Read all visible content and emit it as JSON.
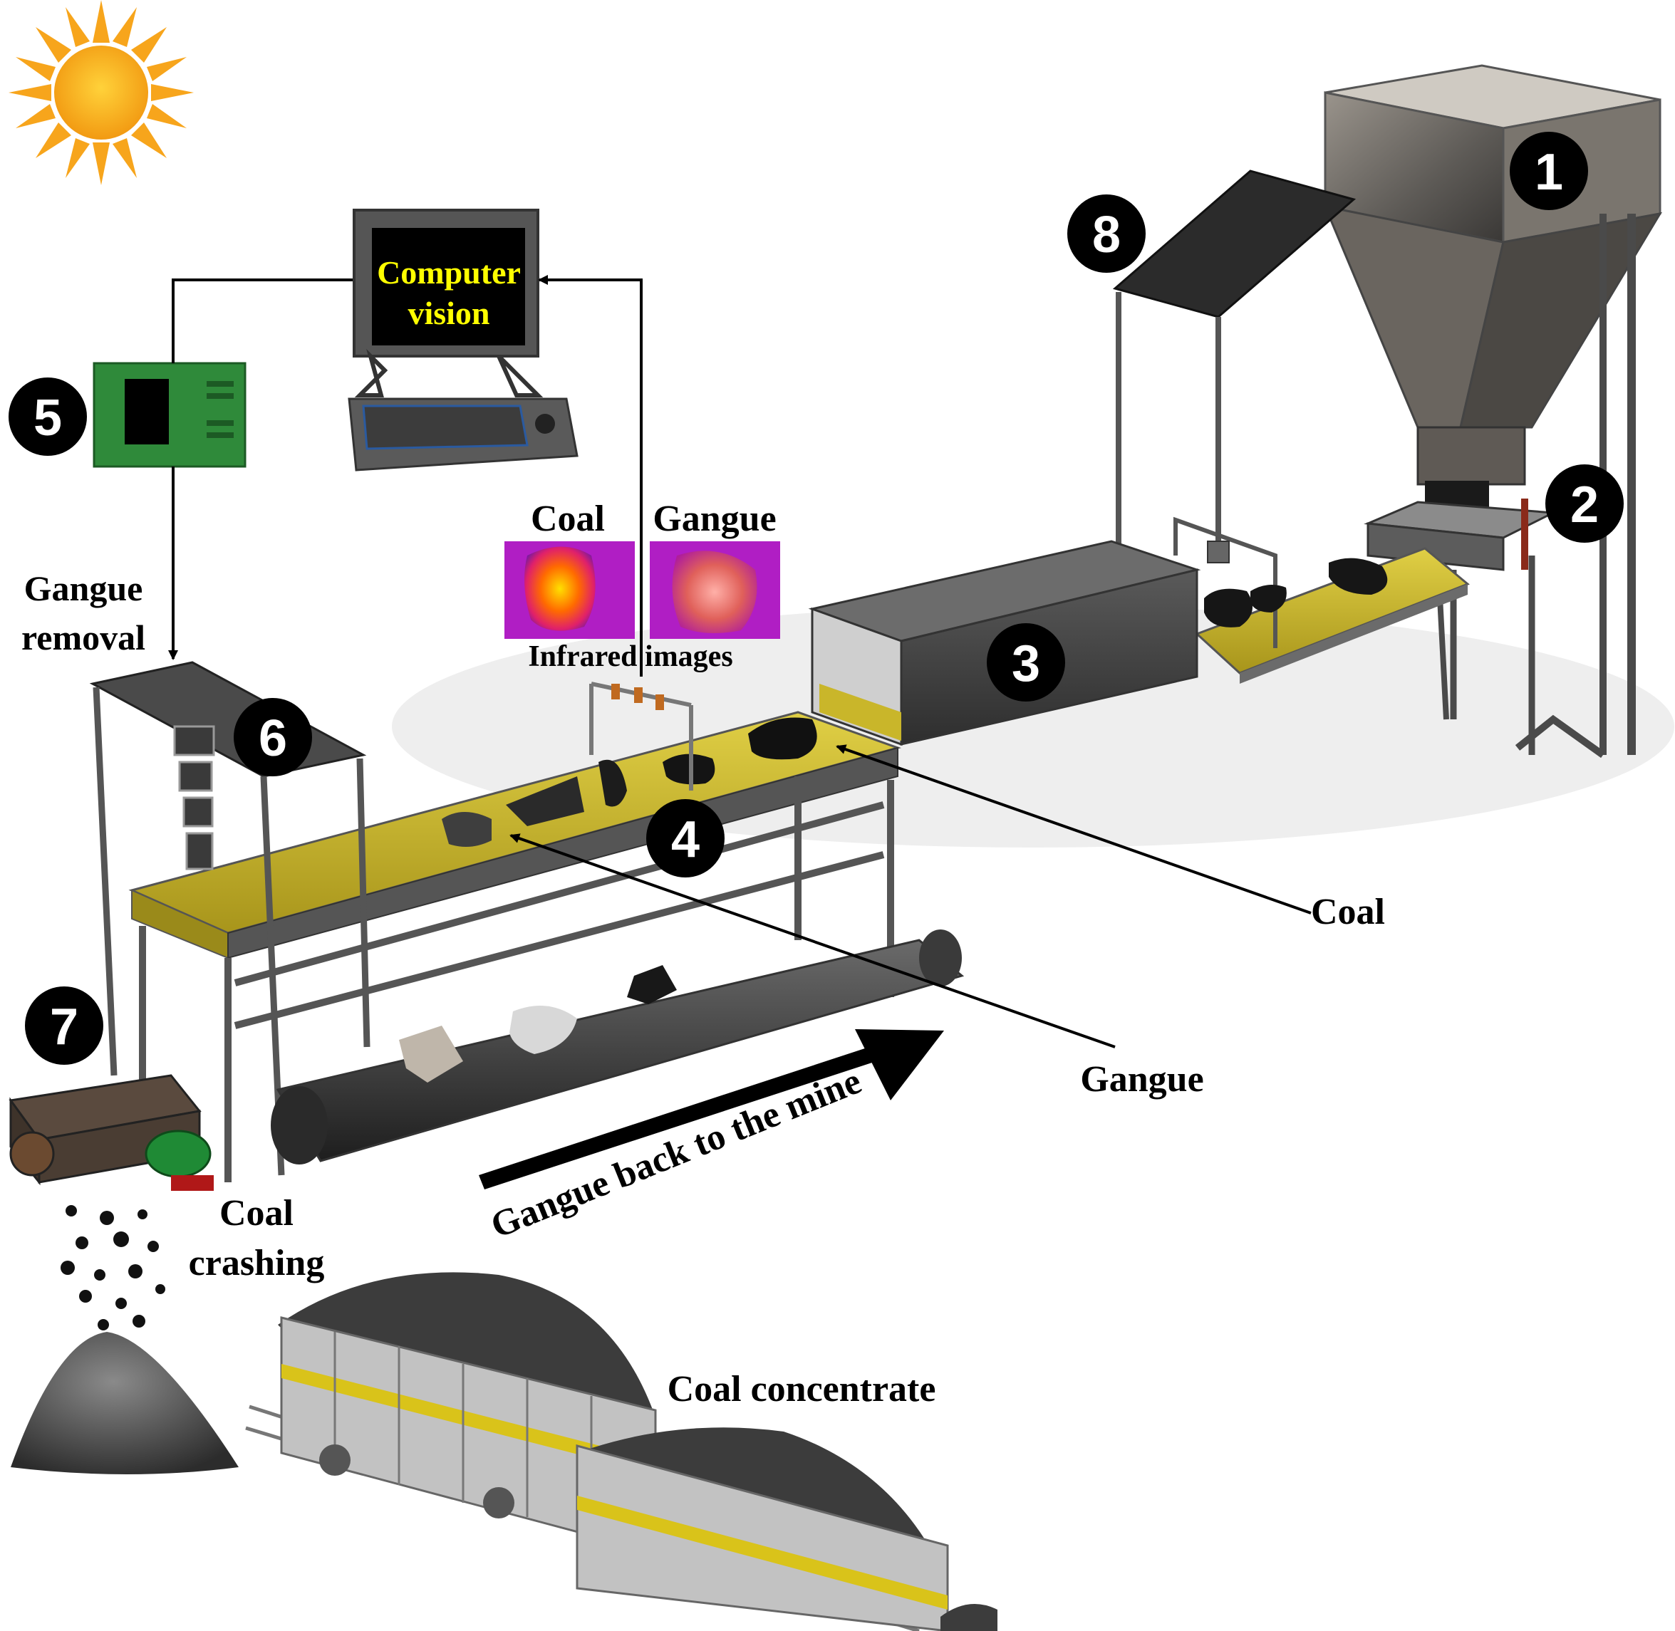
{
  "labels": {
    "computer_line1": "Computer",
    "computer_line2": "vision",
    "coal_ir": "Coal",
    "gangue_ir": "Gangue",
    "infrared_images": "Infrared images",
    "gangue_removal_line1": "Gangue",
    "gangue_removal_line2": "removal",
    "coal_pointer": "Coal",
    "gangue_pointer": "Gangue",
    "gangue_back": "Gangue back to the mine",
    "coal_crashing_line1": "Coal",
    "coal_crashing_line2": "crashing",
    "coal_concentrate": "Coal concentrate"
  },
  "badges": {
    "b1": "1",
    "b2": "2",
    "b3": "3",
    "b4": "4",
    "b5": "5",
    "b6": "6",
    "b7": "7",
    "b8": "8"
  },
  "colors": {
    "belt_yellow": "#c9b62a",
    "frame_gray": "#6b6b6b",
    "plc_green": "#2f8a3a",
    "sun_orange": "#f7a51c",
    "label_yellow": "#ffff00",
    "badge_black": "#000000"
  }
}
